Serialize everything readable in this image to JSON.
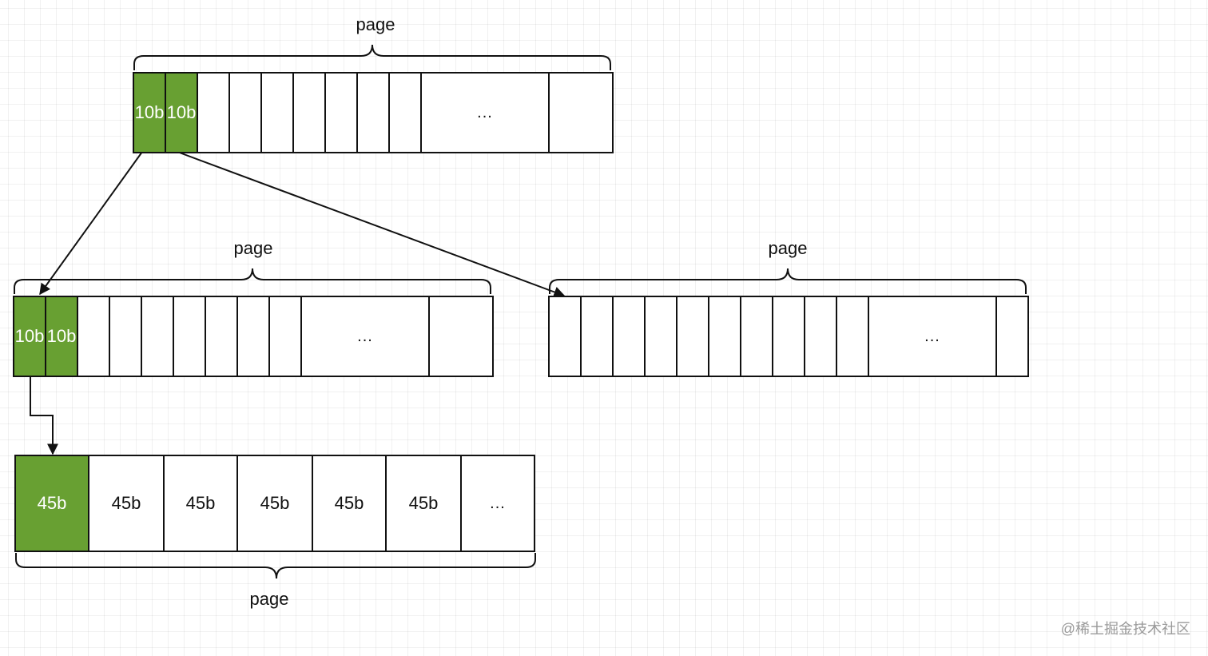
{
  "diagram": {
    "blocks": [
      {
        "id": "top",
        "label": "page",
        "cells": [
          {
            "text": "10b",
            "highlight": true
          },
          {
            "text": "10b",
            "highlight": true
          },
          {
            "text": ""
          },
          {
            "text": ""
          },
          {
            "text": ""
          },
          {
            "text": ""
          },
          {
            "text": ""
          },
          {
            "text": ""
          },
          {
            "text": ""
          },
          {
            "text": "..."
          },
          {
            "text": ""
          }
        ]
      },
      {
        "id": "middle-left",
        "label": "page",
        "cells": [
          {
            "text": "10b",
            "highlight": true
          },
          {
            "text": "10b",
            "highlight": true
          },
          {
            "text": ""
          },
          {
            "text": ""
          },
          {
            "text": ""
          },
          {
            "text": ""
          },
          {
            "text": ""
          },
          {
            "text": ""
          },
          {
            "text": ""
          },
          {
            "text": "..."
          },
          {
            "text": ""
          }
        ]
      },
      {
        "id": "middle-right",
        "label": "page",
        "cells": [
          {
            "text": ""
          },
          {
            "text": ""
          },
          {
            "text": ""
          },
          {
            "text": ""
          },
          {
            "text": ""
          },
          {
            "text": ""
          },
          {
            "text": ""
          },
          {
            "text": ""
          },
          {
            "text": ""
          },
          {
            "text": ""
          },
          {
            "text": "..."
          },
          {
            "text": ""
          }
        ]
      },
      {
        "id": "bottom",
        "label": "page",
        "cells": [
          {
            "text": "45b",
            "highlight": true
          },
          {
            "text": "45b"
          },
          {
            "text": "45b"
          },
          {
            "text": "45b"
          },
          {
            "text": "45b"
          },
          {
            "text": "45b"
          },
          {
            "text": "..."
          }
        ]
      }
    ]
  },
  "colors": {
    "highlight": "#68a032",
    "line": "#111111",
    "grid": "#e6e6e6",
    "watermark": "#9a9a9a"
  },
  "watermark": "@稀土掘金技术社区"
}
